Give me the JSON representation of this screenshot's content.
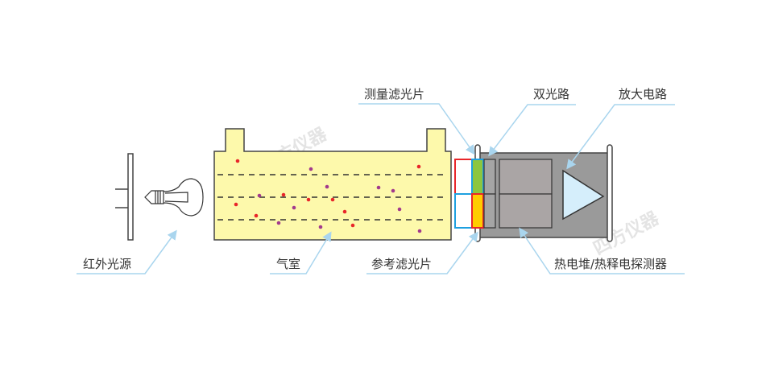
{
  "labels": {
    "measure_filter": "测量滤光片",
    "dual_path": "双光路",
    "amplifier": "放大电路",
    "ir_source": "红外光源",
    "gas_cell": "气室",
    "reference_filter": "参考滤光片",
    "detector": "热电堆/热释电探测器"
  },
  "watermark": "四方仪器",
  "colors": {
    "gas_cell": "#fdf9ab",
    "detector_body": "#9a9a9a",
    "measure_filter": "#8cc63f",
    "reference_filter": "#ffcc00",
    "leader": "#a9d5ee",
    "amplifier": "#d5eefb"
  }
}
